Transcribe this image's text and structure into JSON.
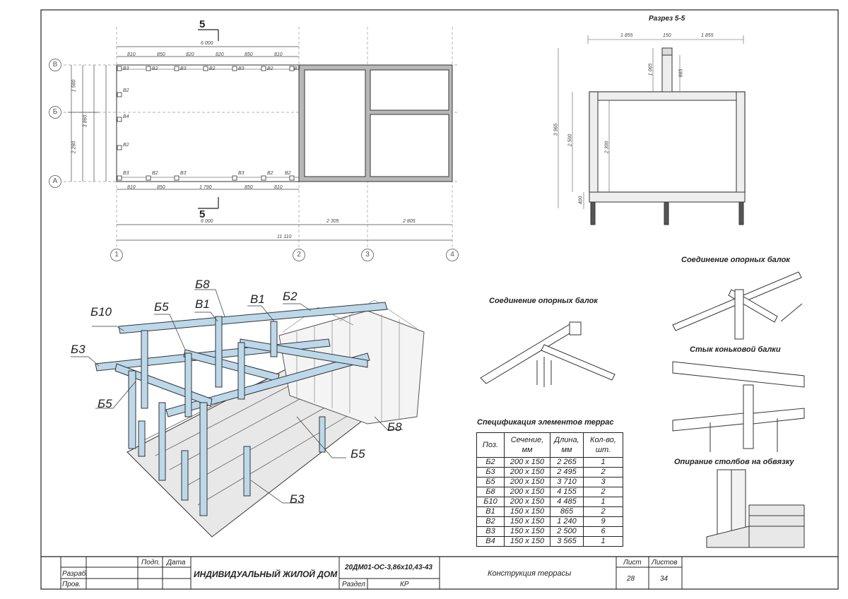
{
  "plan": {
    "section_mark": "5",
    "axes_letters": [
      "В",
      "Б",
      "А"
    ],
    "axes_numbers": [
      "1",
      "2",
      "3",
      "4"
    ],
    "dims_bottom": [
      "6 000",
      "2 305",
      "2 805"
    ],
    "dim_total": "11 110",
    "dim_top": "6 000",
    "dims_left": [
      "1 580",
      "3 860",
      "2 280"
    ],
    "top_spacing": [
      "810",
      "850",
      "820",
      "820",
      "850",
      "810"
    ],
    "bottom_spacing": [
      "810",
      "850",
      "1 790",
      "850",
      "810"
    ],
    "tags_top": [
      "В3",
      "В2",
      "В3",
      "В2",
      "В3",
      "В2",
      "В3"
    ],
    "tags_bottom": [
      "В3",
      "В2",
      "В3",
      "В3",
      "В2",
      "В2"
    ],
    "tags_left": [
      "В2",
      "В4",
      "В2"
    ]
  },
  "section": {
    "title": "Разрез 5-5",
    "dims_top": [
      "1 855",
      "150",
      "1 855"
    ],
    "dims_vertical": [
      "1 065",
      "865",
      "3 965",
      "2 500",
      "2 300",
      "400"
    ]
  },
  "iso": {
    "labels": [
      "Б8",
      "В1",
      "Б2",
      "Б10",
      "Б5",
      "В1",
      "Б3",
      "Б5",
      "Б8",
      "Б5",
      "Б3"
    ]
  },
  "details": {
    "joint_left": "Соединение опорных балок",
    "joint_right": "Соединение опорных балок",
    "ridge": "Стык коньковой балки",
    "post_support": "Опирание столбов на обвязку"
  },
  "spec": {
    "title": "Спецификация элементов террас",
    "headers": [
      "Поз.",
      "Сечение, мм",
      "Длина, мм",
      "Кол-во, шт."
    ],
    "rows": [
      [
        "Б2",
        "200 x 150",
        "2 265",
        "1"
      ],
      [
        "Б3",
        "200 x 150",
        "2 495",
        "2"
      ],
      [
        "Б5",
        "200 x 150",
        "3 710",
        "3"
      ],
      [
        "Б8",
        "200 x 150",
        "4 155",
        "2"
      ],
      [
        "Б10",
        "200 x 150",
        "4 485",
        "1"
      ],
      [
        "В1",
        "150 x 150",
        "865",
        "2"
      ],
      [
        "В2",
        "150 x 150",
        "1 240",
        "9"
      ],
      [
        "В3",
        "150 x 150",
        "2 500",
        "6"
      ],
      [
        "В4",
        "150 x 150",
        "3 565",
        "1"
      ]
    ]
  },
  "titleblock": {
    "podp": "Подп.",
    "data": "Дата",
    "razrab": "Разраб.",
    "prov": "Пров.",
    "project": "ИНДИВИДУАЛЬНЫЙ ЖИЛОЙ ДОМ",
    "code": "20ДМ01-ОС-3,86х10,43-43",
    "razdel_label": "Раздел",
    "razdel": "КР",
    "sheet_name": "Конструкция террасы",
    "list_label": "Лист",
    "lists_label": "Листов",
    "list": "28",
    "lists": "34"
  }
}
